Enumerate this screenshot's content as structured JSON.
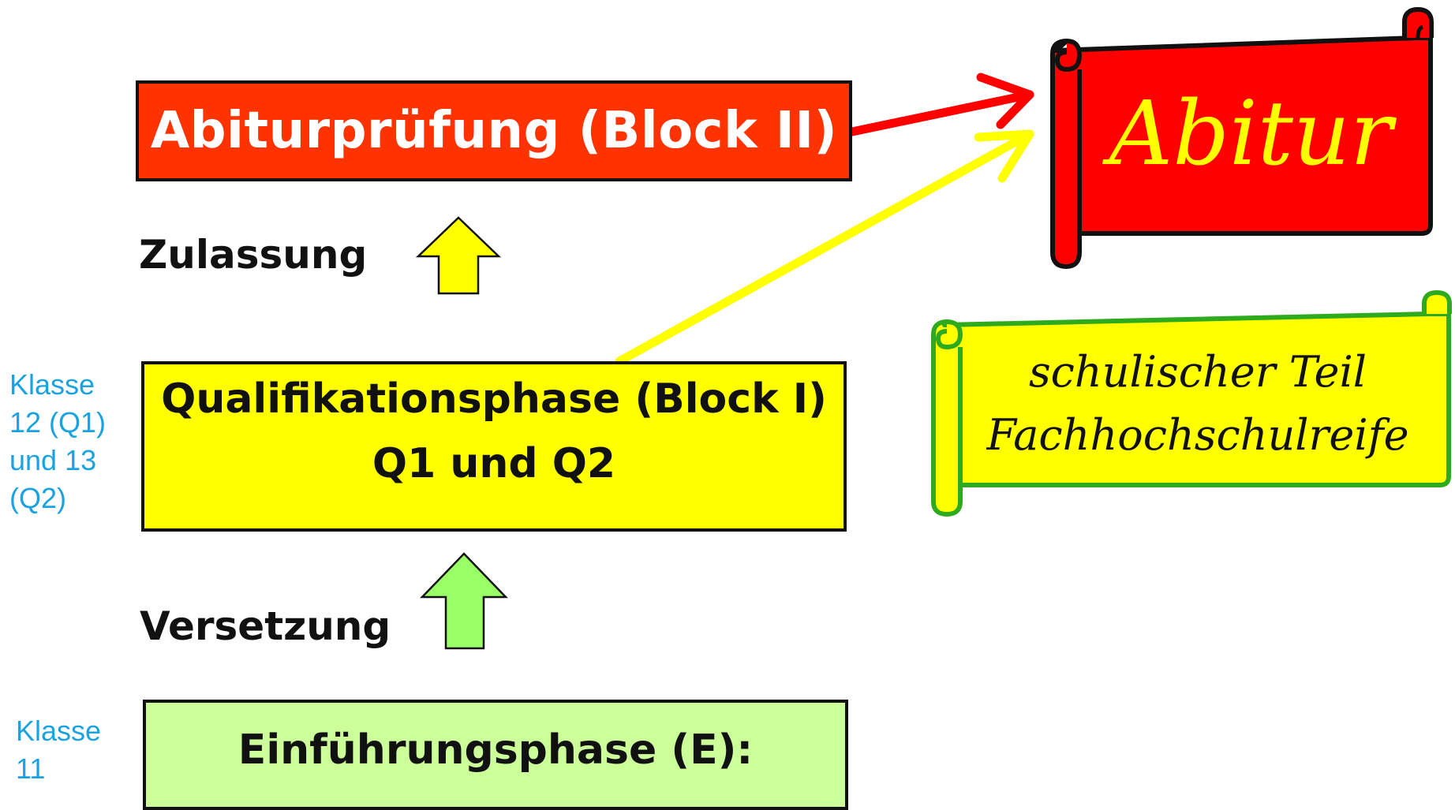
{
  "diagram": {
    "blocks": {
      "abiturpruefung": "Abiturprüfung (Block II)",
      "qualifikation_line1": "Qualifikationsphase (Block I)",
      "qualifikation_line2": "Q1 und Q2",
      "einfuehrung": "Einführungsphase (E):"
    },
    "transitions": {
      "zulassung": "Zulassung",
      "versetzung": "Versetzung"
    },
    "grade_labels": {
      "qualifikation": "Klasse\n12 (Q1)\nund 13\n(Q2)",
      "einfuehrung": "Klasse\n11"
    },
    "certificates": {
      "abitur": "Abitur",
      "fachhochschulreife_line1": "schulischer Teil",
      "fachhochschulreife_line2": "Fachhochschulreife"
    },
    "colors": {
      "abiturpruefung_fill": "#ff3300",
      "qualifikation_fill": "#ffff00",
      "einfuehrung_fill": "#ccff99",
      "abitur_scroll_fill": "#ff0000",
      "fhr_scroll_fill": "#ffff00",
      "fhr_scroll_border": "#2eaa1e",
      "arrow_zulassung": "#ffff00",
      "arrow_versetzung": "#99ff66",
      "connector_red": "#ff0000",
      "connector_yellow": "#ffff00",
      "grade_label_color": "#1aa3e0"
    },
    "icons": {
      "zulassung_arrow": "up-arrow-icon",
      "versetzung_arrow": "up-arrow-icon",
      "abitur_scroll": "scroll-icon",
      "fhr_scroll": "scroll-icon"
    }
  }
}
